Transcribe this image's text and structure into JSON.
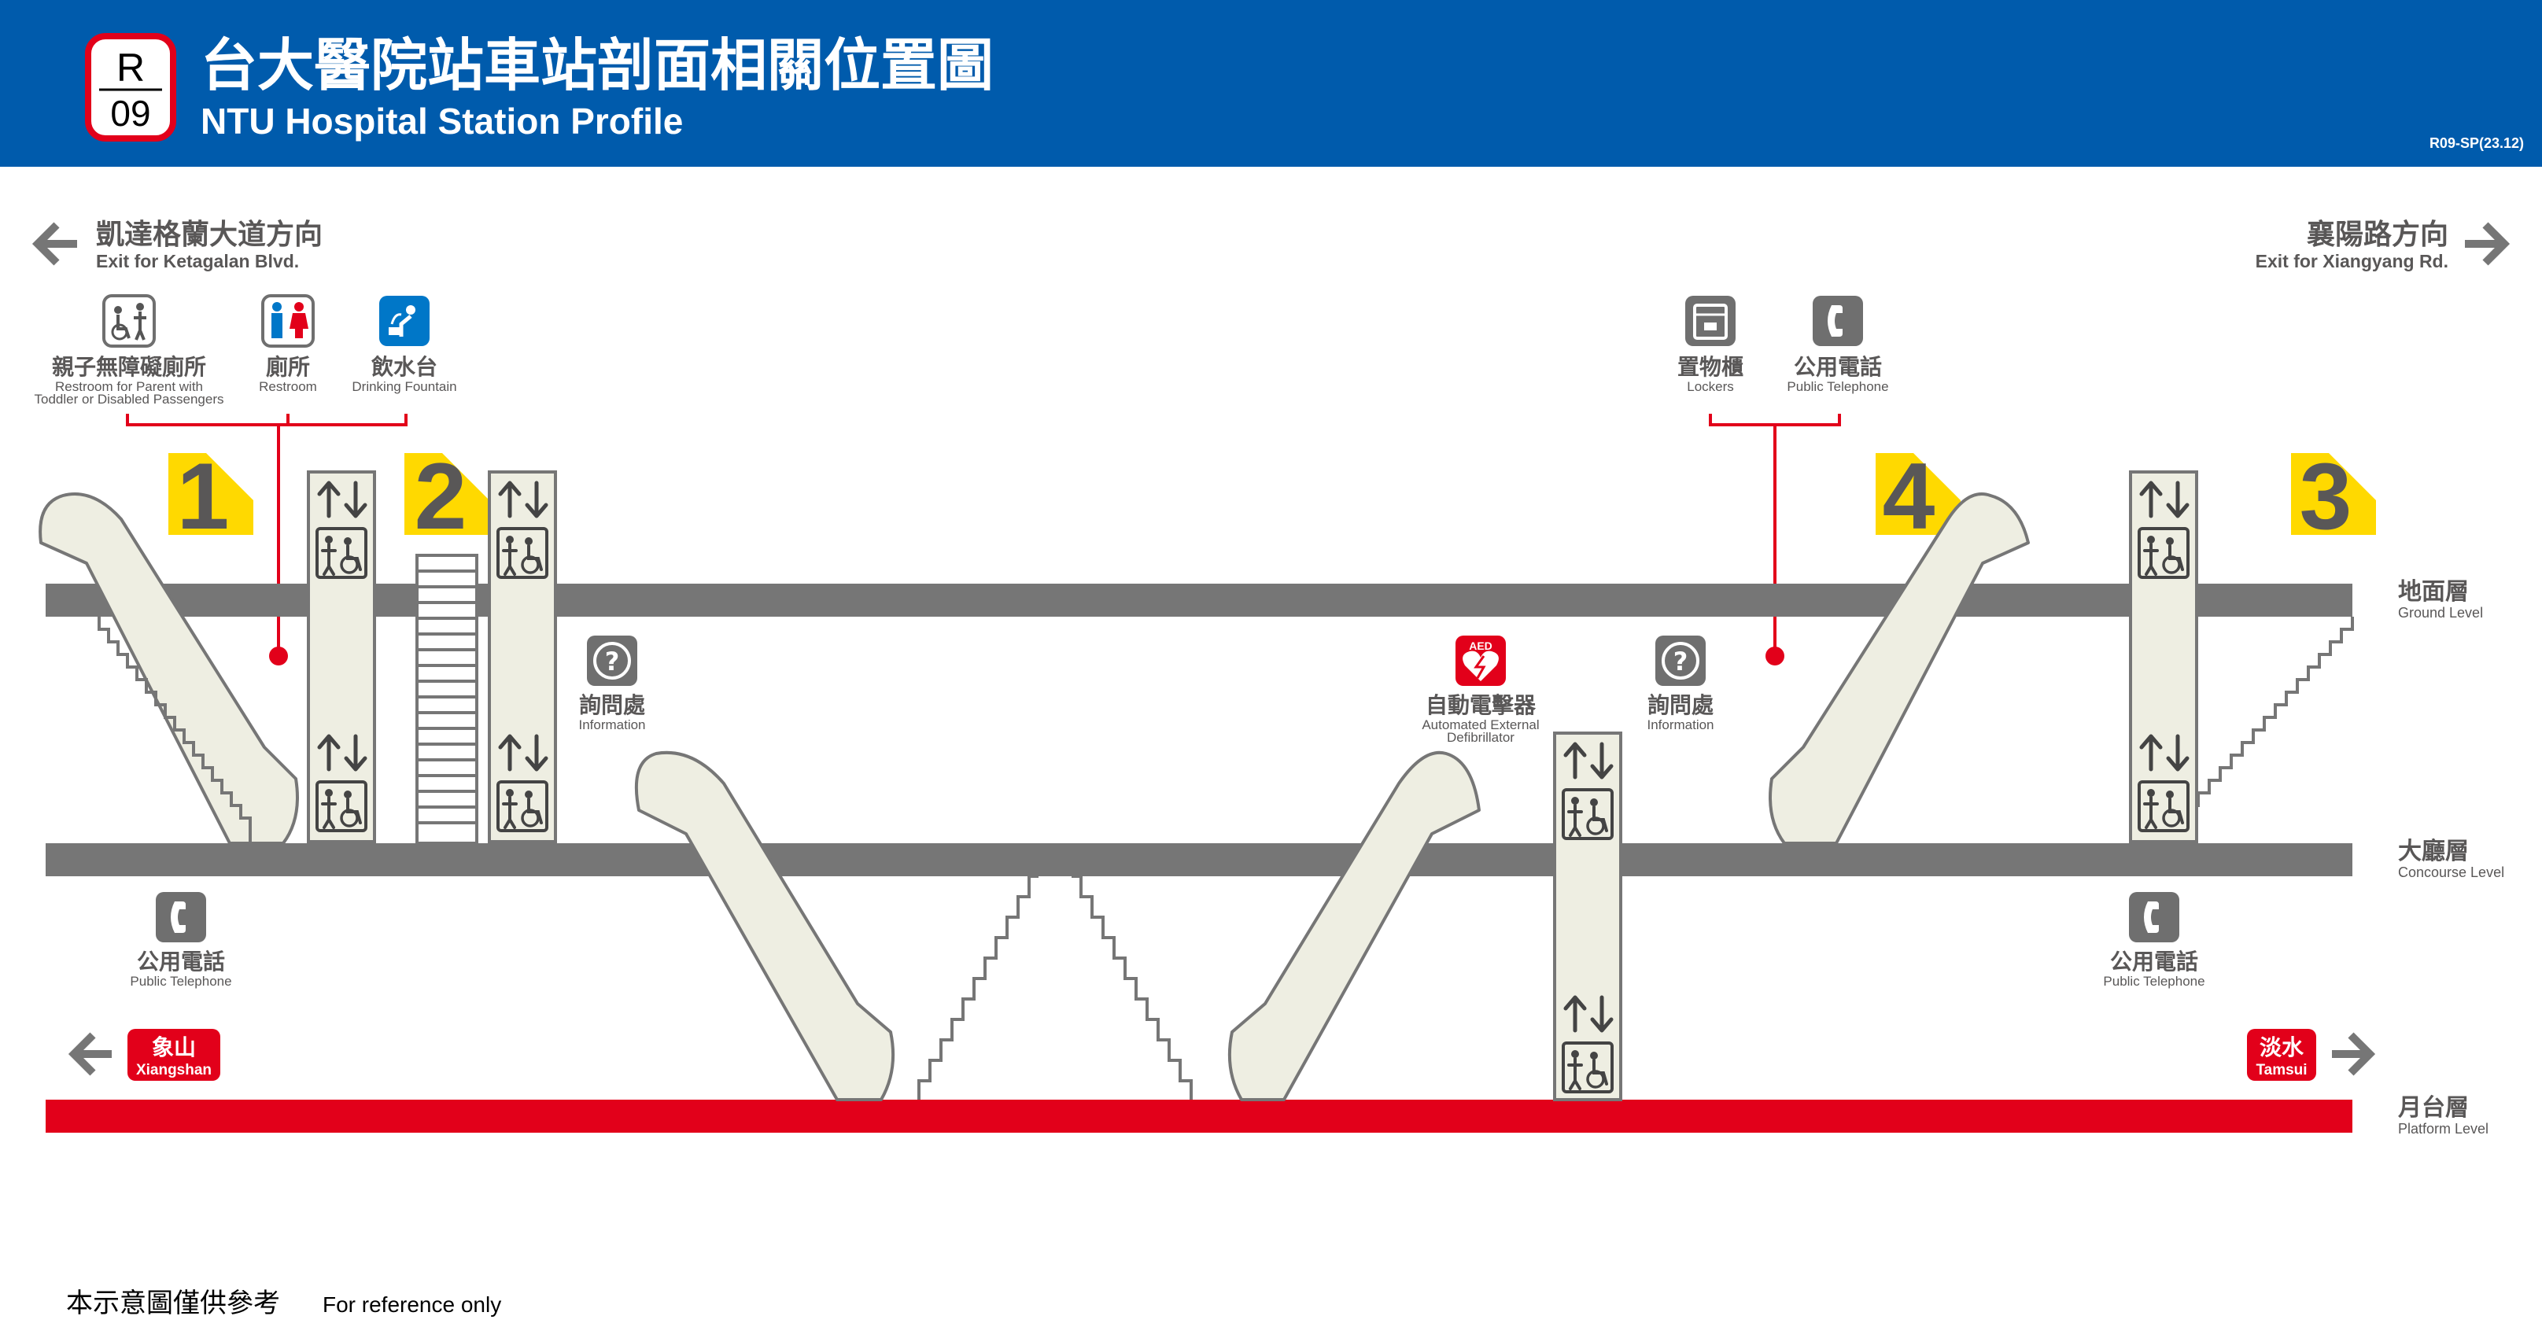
{
  "header": {
    "line_code": "R",
    "station_number": "09",
    "title_zh": "台大醫院站車站剖面相關位置圖",
    "title_en": "NTU Hospital Station Profile",
    "doc_code": "R09-SP(23.12)"
  },
  "colors": {
    "header_blue": "#005bac",
    "line_red": "#e2001a",
    "floor_grey": "#767676",
    "escalator_fill": "#eeeee2",
    "exit_yellow": "#ffd900",
    "icon_grey": "#6f6f6f",
    "icon_blue": "#0077c8",
    "aed_red": "#e2001a"
  },
  "directions": {
    "left": {
      "zh": "凱達格蘭大道方向",
      "en": "Exit for Ketagalan Blvd."
    },
    "right": {
      "zh": "襄陽路方向",
      "en": "Exit for Xiangyang Rd."
    }
  },
  "exits": {
    "e1": "1",
    "e2": "2",
    "e3": "3",
    "e4": "4"
  },
  "levels": {
    "ground": {
      "zh": "地面層",
      "en": "Ground Level"
    },
    "concourse": {
      "zh": "大廳層",
      "en": "Concourse Level"
    },
    "platform": {
      "zh": "月台層",
      "en": "Platform Level"
    }
  },
  "facilities": {
    "family_restroom": {
      "zh": "親子無障礙廁所",
      "en1": "Restroom for Parent with",
      "en2": "Toddler or Disabled Passengers",
      "icon": "family-restroom-icon"
    },
    "restroom": {
      "zh": "廁所",
      "en": "Restroom",
      "icon": "restroom-icon"
    },
    "fountain": {
      "zh": "飲水台",
      "en": "Drinking Fountain",
      "icon": "drinking-fountain-icon"
    },
    "lockers": {
      "zh": "置物櫃",
      "en": "Lockers",
      "icon": "lockers-icon"
    },
    "phone_top": {
      "zh": "公用電話",
      "en": "Public Telephone",
      "icon": "telephone-icon"
    },
    "info_left": {
      "zh": "詢問處",
      "en": "Information",
      "icon": "information-icon"
    },
    "info_right": {
      "zh": "詢問處",
      "en": "Information",
      "icon": "information-icon"
    },
    "aed": {
      "zh": "自動電擊器",
      "en1": "Automated External",
      "en2": "Defibrillator",
      "badge": "AED",
      "icon": "aed-icon"
    },
    "phone_left": {
      "zh": "公用電話",
      "en": "Public Telephone",
      "icon": "telephone-icon"
    },
    "phone_right": {
      "zh": "公用電話",
      "en": "Public Telephone",
      "icon": "telephone-icon"
    }
  },
  "platform_directions": {
    "left": {
      "zh": "象山",
      "en": "Xiangshan"
    },
    "right": {
      "zh": "淡水",
      "en": "Tamsui"
    }
  },
  "footer": {
    "zh": "本示意圖僅供參考",
    "en": "For reference only"
  }
}
